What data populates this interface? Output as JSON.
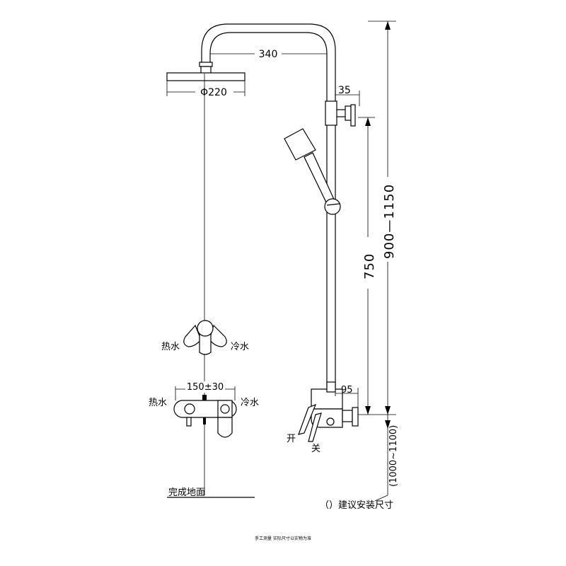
{
  "dimensions": {
    "arm_reach": "340",
    "head_diameter": "Φ220",
    "wall_bracket": "35",
    "slide_range": "750",
    "total_height": "900—1150",
    "valve_centers": "150±30",
    "valve_offset": "95",
    "alt_height": "(1000~1100)"
  },
  "labels": {
    "hot_water_upper": "热水",
    "cold_water_upper": "冷水",
    "hot_water_lower": "热水",
    "cold_water_lower": "冷水",
    "open": "开",
    "close": "关",
    "finished_floor": "完成地面",
    "recommended_note": "（）建议安装尺寸",
    "footer_note": "手工测量  实际尺寸以实物为准"
  }
}
